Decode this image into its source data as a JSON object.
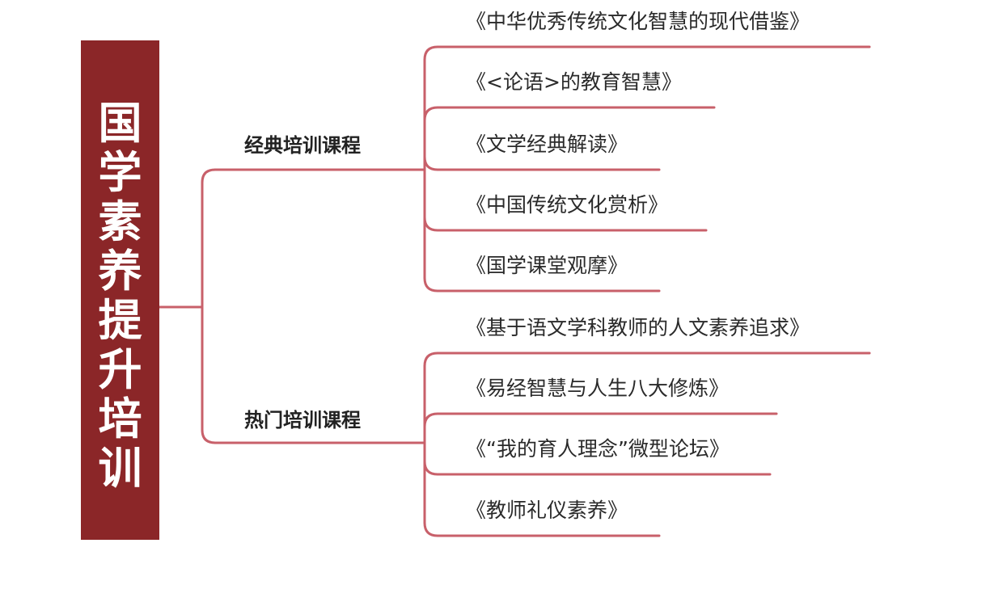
{
  "title": "国学素养提升培训",
  "line_color": "#c8606a",
  "title_bg_color": "#8b2628",
  "categories": [
    {
      "label": "经典培训课程",
      "items": [
        "《中华优秀传统文化智慧的现代借鉴》",
        "《<论语>的教育智慧》",
        "《文学经典解读》",
        "《中国传统文化赏析》",
        "《国学课堂观摩》"
      ]
    },
    {
      "label": "热门培训课程",
      "items": [
        "《基于语文学科教师的人文素养追求》",
        "《易经智慧与人生八大修炼》",
        "《“我的育人理念”微型论坛》",
        "《教师礼仪素养》"
      ]
    }
  ]
}
